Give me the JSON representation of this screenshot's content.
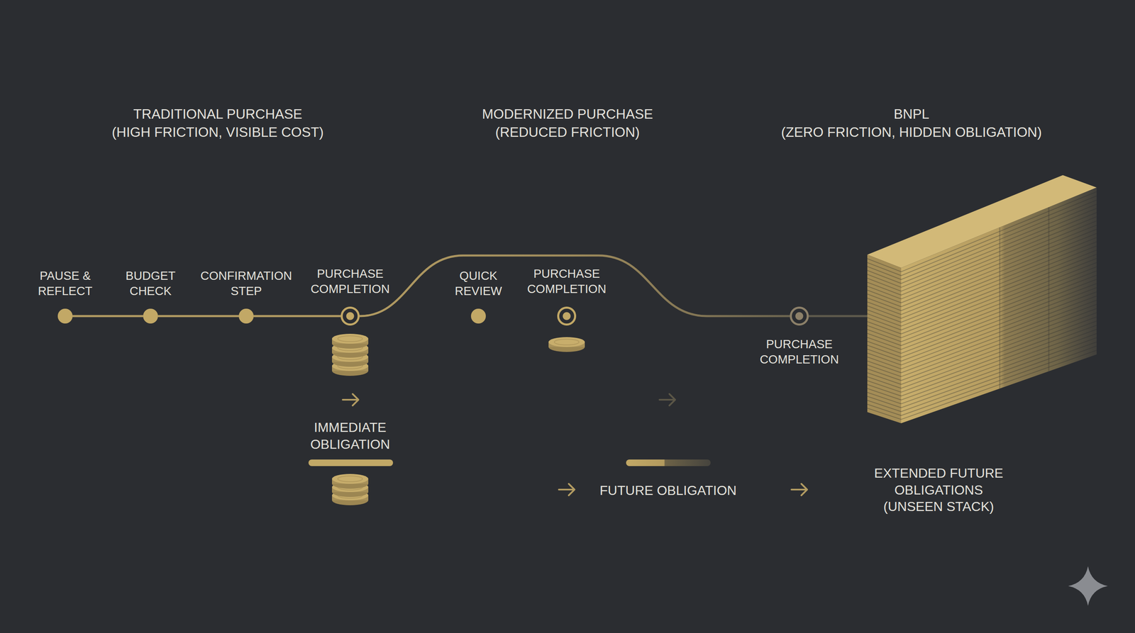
{
  "diagram": {
    "nodes": [
      {
        "text": [
          "PAUSE & REFLECT"
        ]
      },
      {
        "text": [
          "BUDGET CHECK"
        ]
      },
      {
        "text": [
          "CONFIRMATION STEP"
        ]
      },
      {
        "text": [
          "PURCHASE COMPLETION"
        ]
      },
      {
        "text": [
          "QUICK REVIEW"
        ]
      },
      {
        "text": [
          "PURCHASE COMPLETION"
        ]
      },
      {
        "text": [
          "PURCHASE COMPLETION"
        ]
      },
      {
        "text": [
          "EXTENDED FUTURE OBLIGATIONS (UNSEEN STACK)"
        ]
      }
    ],
    "edges": [
      {
        "from": 0,
        "to": 1,
        "arrow": "none"
      },
      {
        "from": 1,
        "to": 2,
        "arrow": "none"
      },
      {
        "from": 2,
        "to": 3,
        "arrow": "none"
      },
      {
        "from": 3,
        "to": 6,
        "arrow": "none"
      },
      {
        "from": 6,
        "to": 7,
        "arrow": "none"
      }
    ],
    "labels": [
      "TRADITIONAL PURCHASE",
      "(HIGH FRICTION, VISIBLE COST)",
      "MODERNIZED PURCHASE",
      "(REDUCED FRICTION)",
      "BNPL",
      "(ZERO FRICTION, HIDDEN OBLIGATION)",
      "IMMEDIATE OBLIGATION",
      "FUTURE OBLIGATION"
    ]
  }
}
